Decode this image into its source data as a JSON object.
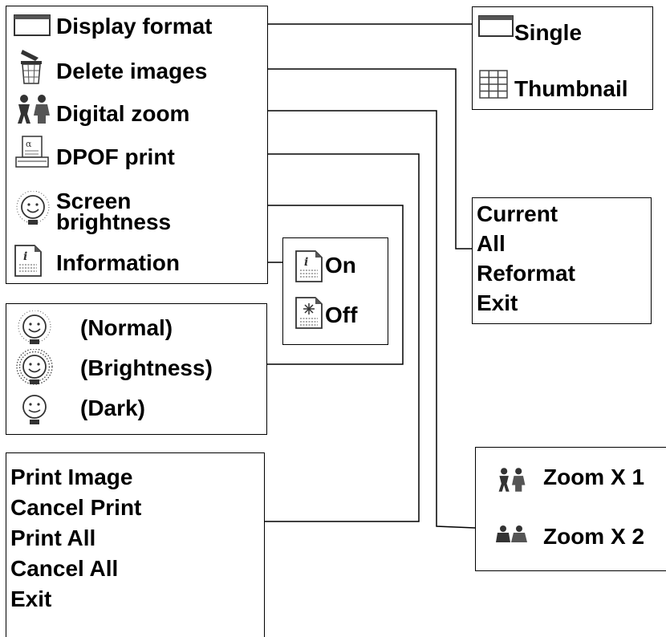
{
  "main_menu": {
    "items": [
      {
        "label": "Display format",
        "icon": "display-format-icon"
      },
      {
        "label": "Delete images",
        "icon": "trash-icon"
      },
      {
        "label": "Digital zoom",
        "icon": "people-zoom-icon"
      },
      {
        "label": "DPOF print",
        "icon": "printer-icon"
      },
      {
        "label_line1": "Screen",
        "label_line2": "brightness",
        "icon": "smiley-bulb-icon"
      },
      {
        "label": "Information",
        "icon": "info-page-icon"
      }
    ]
  },
  "display_format_menu": {
    "items": [
      {
        "label": "Single",
        "icon": "single-frame-icon"
      },
      {
        "label": "Thumbnail",
        "icon": "grid-icon"
      }
    ]
  },
  "delete_menu": {
    "items": [
      "Current",
      "All",
      "Reformat",
      "Exit"
    ]
  },
  "information_menu": {
    "items": [
      {
        "label": "On",
        "icon": "info-on-icon"
      },
      {
        "label": "Off",
        "icon": "info-off-icon"
      }
    ]
  },
  "brightness_menu": {
    "items": [
      {
        "label": "(Normal)",
        "icon": "normal-brightness-icon"
      },
      {
        "label": "(Brightness)",
        "icon": "high-brightness-icon"
      },
      {
        "label": "(Dark)",
        "icon": "dark-brightness-icon"
      }
    ]
  },
  "dpof_menu": {
    "items": [
      "Print Image",
      "Cancel Print",
      "Print All",
      "Cancel All",
      "Exit"
    ]
  },
  "zoom_menu": {
    "items": [
      {
        "label": "Zoom X 1",
        "icon": "zoom-x1-icon"
      },
      {
        "label": "Zoom X 2",
        "icon": "zoom-x2-icon"
      }
    ]
  },
  "colors": {
    "line": "#000000",
    "background": "#ffffff",
    "icon_gray": "#555555"
  }
}
